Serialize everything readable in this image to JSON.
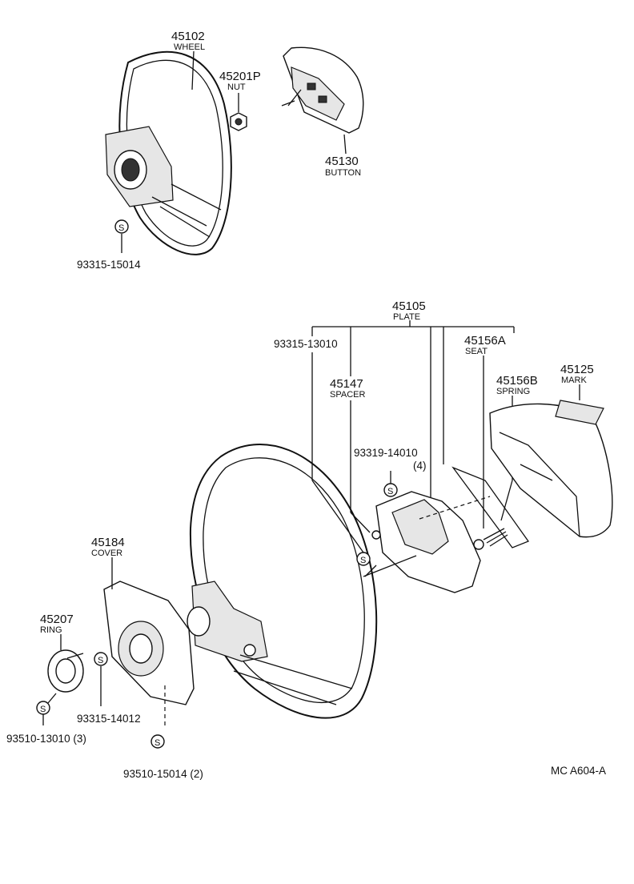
{
  "parts": {
    "p45102": {
      "number": "45102",
      "name": "WHEEL"
    },
    "p45201p": {
      "number": "45201P",
      "name": "NUT"
    },
    "p45130": {
      "number": "45130",
      "name": "BUTTON"
    },
    "p93315_15014": {
      "number": "93315-15014"
    },
    "p45105": {
      "number": "45105",
      "name": "PLATE"
    },
    "p93315_13010": {
      "number": "93315-13010"
    },
    "p45156a": {
      "number": "45156A",
      "name": "SEAT"
    },
    "p45147": {
      "number": "45147",
      "name": "SPACER"
    },
    "p45156b": {
      "number": "45156B",
      "name": "SPRING"
    },
    "p45125": {
      "number": "45125",
      "name": "MARK"
    },
    "p93319_14010": {
      "number": "93319-14010",
      "qty": "(4)"
    },
    "p45184": {
      "number": "45184",
      "name": "COVER"
    },
    "p45207": {
      "number": "45207",
      "name": "RING"
    },
    "p93315_14012": {
      "number": "93315-14012"
    },
    "p93510_13010": {
      "number": "93510-13010 (3)"
    },
    "p93510_15014": {
      "number": "93510-15014 (2)"
    }
  },
  "standard_marker": "S",
  "figure_code": "MC A604-A"
}
